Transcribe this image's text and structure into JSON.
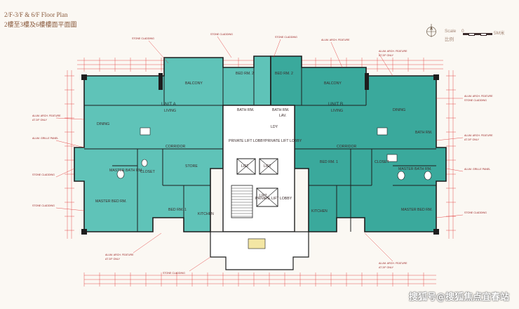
{
  "header": {
    "title_en": "2/F-3/F & 6/F Floor Plan",
    "title_cn": "2樓至3樓及6樓樓面平面圖"
  },
  "scale": {
    "label_en": "Scale",
    "label_cn": "比例",
    "zero": "0",
    "max": "5M米"
  },
  "colors": {
    "unit_fill": "#5fc3b8",
    "unit_fill_dark": "#3aa99c",
    "wall": "#1e1e1e",
    "annotation": "#e0282a",
    "background": "#fbf8f3",
    "title": "#8a5a3c"
  },
  "units": {
    "a": {
      "name": "UNIT A",
      "sub": "LIVING"
    },
    "b": {
      "name": "UNIT B",
      "sub": "LIVING"
    }
  },
  "rooms": {
    "balcony": "BALCONY",
    "dining": "DINING",
    "bed2": "BED RM. 2",
    "bed1": "BED RM. 1",
    "master_bed": "MASTER BED RM.",
    "master_bath": "MASTER BATH RM.",
    "bath": "BATH RM.",
    "closet": "CLOSET",
    "corridor": "CORRIDOR",
    "store": "STORE",
    "kitchen": "KITCHEN",
    "private_lift_lobby": "PRIVATE LIFT LOBBY",
    "lift": "LIFT",
    "ldy": "LDY",
    "lav": "LAV."
  },
  "callouts": {
    "stone_cladding": "STONE CLADDING",
    "alum_arch": "ALUM. ARCH. FEATURE",
    "alum_grille": "ALUM. GRILLE PANEL",
    "at_floor": "AT 2/F ONLY"
  },
  "watermark": "搜狐号@搜狐焦点宜春站"
}
